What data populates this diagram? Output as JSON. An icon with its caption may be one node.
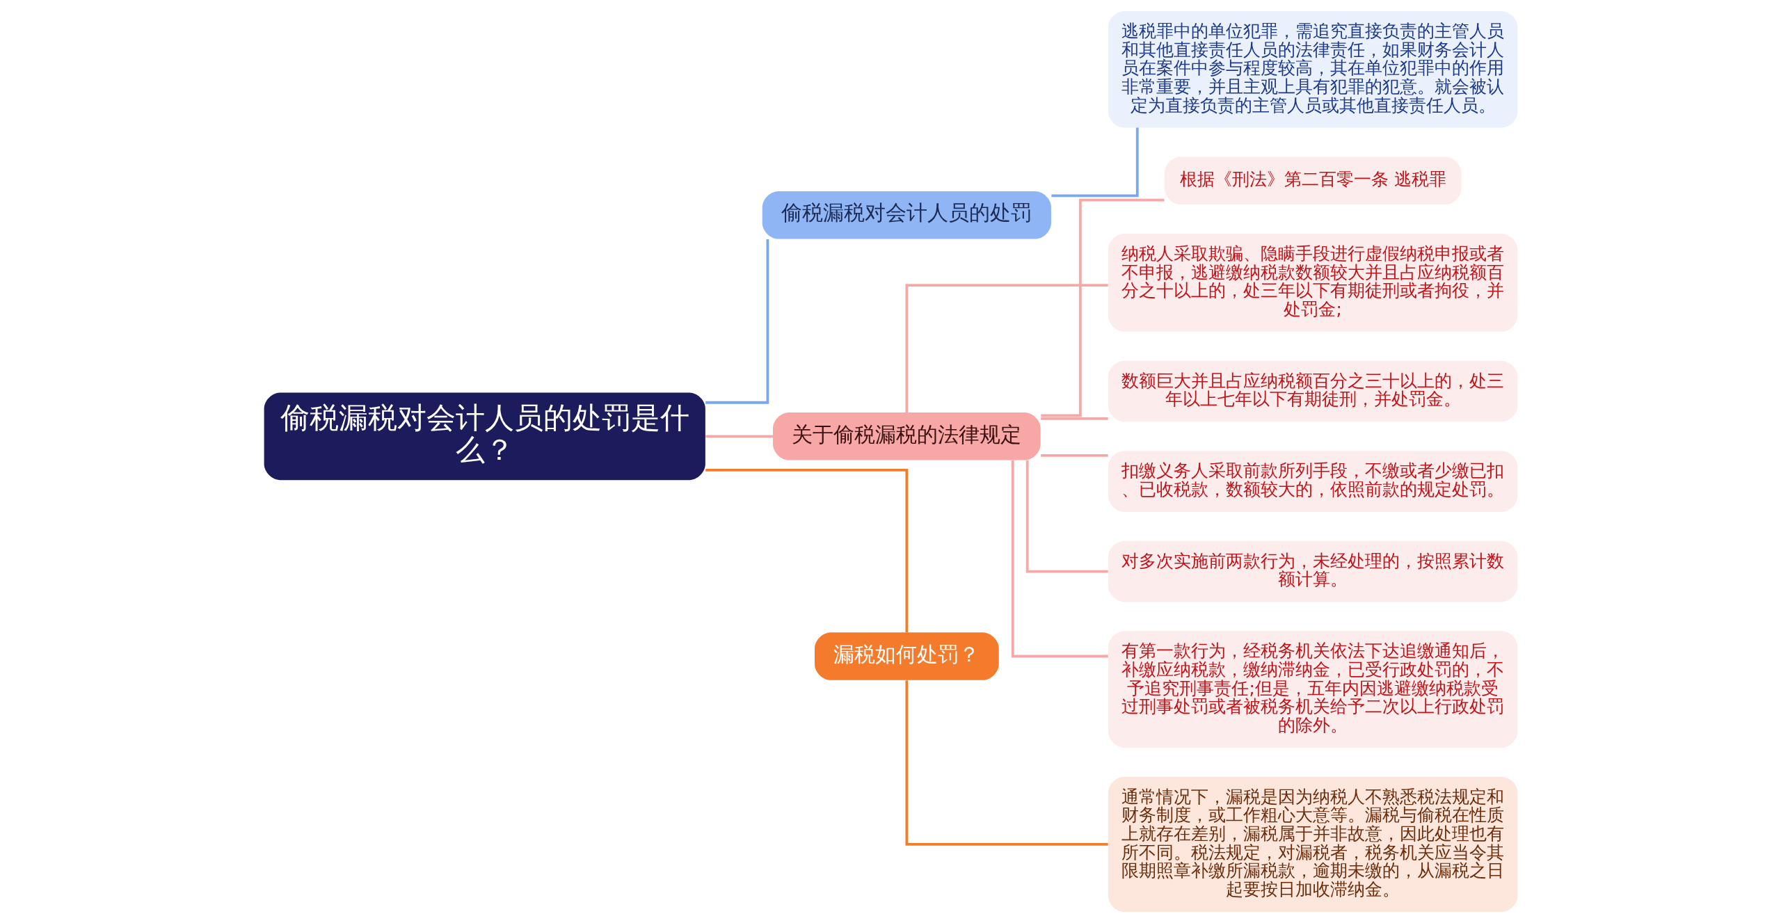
{
  "diagram": {
    "nodes": [
      {
        "text": [
          "偷税漏税对会计人员的处罚是什么？"
        ]
      },
      {
        "text": [
          "偷税漏税对会计人员的处罚"
        ]
      },
      {
        "text": [
          "逃税罪中的单位犯罪，需追究直接负责的主管人员和其他直接责任人员的法律责任，如果财务会计人员在案件中参与程度较高，其在单位犯罪中的作用非常重要，并且主观上具有犯罪的犯意。就会被认定为直接负责的主管人员或其他直接责任人员。"
        ]
      },
      {
        "text": [
          "关于偷税漏税的法律规定"
        ]
      },
      {
        "text": [
          "根据《刑法》第二百零一条 逃税罪"
        ]
      },
      {
        "text": [
          "纳税人采取欺骗、隐瞒手段进行虚假纳税申报或者不申报，逃避缴纳税款数额较大并且占应纳税额百分之十以上的，处三年以下有期徒刑或者拘役，并处罚金;"
        ]
      },
      {
        "text": [
          "数额巨大并且占应纳税额百分之三十以上的，处三年以上七年以下有期徒刑，并处罚金。"
        ]
      },
      {
        "text": [
          "扣缴义务人采取前款所列手段，不缴或者少缴已扣、已收税款，数额较大的，依照前款的规定处罚。"
        ]
      },
      {
        "text": [
          "对多次实施前两款行为，未经处理的，按照累计数额计算。"
        ]
      },
      {
        "text": [
          "有第一款行为，经税务机关依法下达追缴通知后，补缴应纳税款，缴纳滞纳金，已受行政处罚的，不予追究刑事责任;但是，五年内因逃避缴纳税款受过刑事处罚或者被税务机关给予二次以上行政处罚的除外。"
        ]
      },
      {
        "text": [
          "漏税如何处罚？"
        ]
      },
      {
        "text": [
          "通常情况下，漏税是因为纳税人不熟悉税法规定和财务制度，或工作粗心大意等。漏税与偷税在性质上就存在差别，漏税属于并非故意，因此处理也有所不同。税法规定，对漏税者，税务机关应当令其限期照章补缴所漏税款，逾期未缴的，从漏税之日起要按日加收滞纳金。"
        ]
      }
    ],
    "edges": [
      {
        "from": 0,
        "to": 1,
        "arrow": "none",
        "color": "#7aa7ee"
      },
      {
        "from": 1,
        "to": 2,
        "arrow": "none",
        "color": "#7aa7ee"
      },
      {
        "from": 0,
        "to": 3,
        "arrow": "none"
      },
      {
        "from": 3,
        "to": 4,
        "arrow": "none"
      },
      {
        "from": 3,
        "to": 5,
        "arrow": "none"
      },
      {
        "from": 3,
        "to": 6,
        "arrow": "none"
      },
      {
        "from": 3,
        "to": 7,
        "arrow": "none"
      },
      {
        "from": 3,
        "to": 8,
        "arrow": "none"
      },
      {
        "from": 3,
        "to": 9,
        "arrow": "none"
      },
      {
        "from": 0,
        "to": 10,
        "arrow": "none",
        "color": "#f07e2a"
      },
      {
        "from": 10,
        "to": 11,
        "arrow": "none",
        "color": "#f07e2a"
      }
    ]
  }
}
